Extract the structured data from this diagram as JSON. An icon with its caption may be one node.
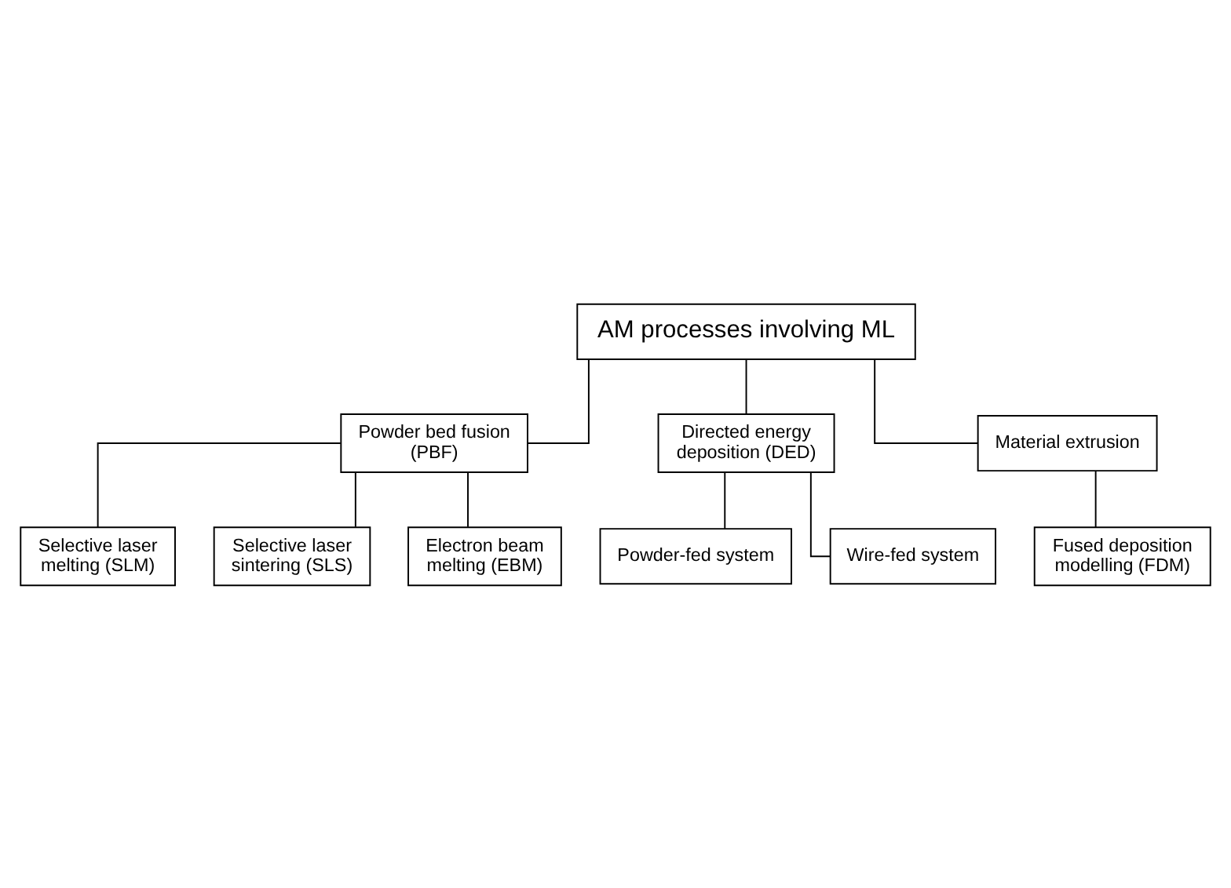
{
  "diagram": {
    "nodes": [
      {
        "text": [
          "AM processes involving ML"
        ]
      },
      {
        "text": [
          "Powder bed fusion (PBF)"
        ]
      },
      {
        "text": [
          "Directed energy deposition (DED)"
        ]
      },
      {
        "text": [
          "Material extrusion"
        ]
      },
      {
        "text": [
          "Selective laser melting (SLM)"
        ]
      },
      {
        "text": [
          "Selective laser sintering (SLS)"
        ]
      },
      {
        "text": [
          "Electron beam melting (EBM)"
        ]
      },
      {
        "text": [
          "Powder-fed system"
        ]
      },
      {
        "text": [
          "Wire-fed system"
        ]
      },
      {
        "text": [
          "Fused deposition modelling (FDM)"
        ]
      }
    ],
    "edges": [
      {
        "from": 0,
        "to": 1,
        "arrow": "none"
      },
      {
        "from": 0,
        "to": 2,
        "arrow": "none"
      },
      {
        "from": 0,
        "to": 3,
        "arrow": "none"
      },
      {
        "from": 1,
        "to": 4,
        "arrow": "none"
      },
      {
        "from": 1,
        "to": 5,
        "arrow": "none"
      },
      {
        "from": 1,
        "to": 6,
        "arrow": "none"
      },
      {
        "from": 2,
        "to": 7,
        "arrow": "none"
      },
      {
        "from": 2,
        "to": 8,
        "arrow": "none"
      },
      {
        "from": 3,
        "to": 9,
        "arrow": "none"
      }
    ]
  }
}
